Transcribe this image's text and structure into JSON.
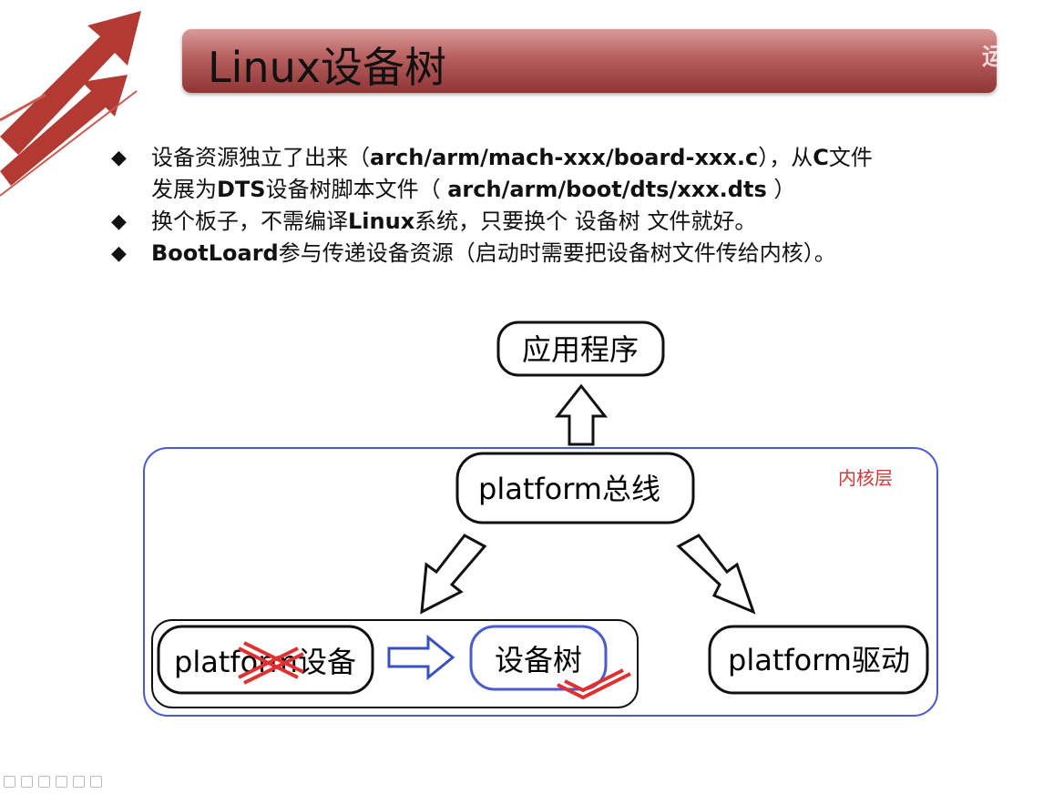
{
  "slide": {
    "title": "Linux设备树",
    "corner_faded_text": "运输机"
  },
  "bullets": [
    {
      "parts": [
        {
          "text": "设备资源独立了出来（",
          "bold": false
        },
        {
          "text": "arch/arm/mach-xxx/board-xxx.c",
          "bold": true
        },
        {
          "text": "），从",
          "bold": false
        },
        {
          "text": "C",
          "bold": true
        },
        {
          "text": "文件",
          "bold": false
        }
      ],
      "line2": [
        {
          "text": "发展为",
          "bold": false
        },
        {
          "text": "DTS",
          "bold": true
        },
        {
          "text": "设备树脚本文件（ ",
          "bold": false
        },
        {
          "text": "arch/arm/boot/dts/xxx.dts",
          "bold": true
        },
        {
          "text": " ）",
          "bold": false
        }
      ]
    },
    {
      "parts": [
        {
          "text": "换个板子，不需编译",
          "bold": false
        },
        {
          "text": "Linux",
          "bold": true
        },
        {
          "text": "系统，只要换个 设备树 文件就好。",
          "bold": false
        }
      ]
    },
    {
      "parts": [
        {
          "text": "BootLoard",
          "bold": true
        },
        {
          "text": "参与传递设备资源（启动时需要把设备树文件传给内核）。",
          "bold": false
        }
      ]
    }
  ],
  "diagram": {
    "app": "应用程序",
    "bus": "platform总线",
    "kernel_label": "内核层",
    "device": "platform设备",
    "devtree": "设备树",
    "driver": "platform驱动"
  },
  "colors": {
    "title_gradient_top": "#d99a9a",
    "title_gradient_bottom": "#8f3535",
    "kernel_border": "#4a5bd0",
    "kernel_label": "#d03a3a",
    "devtree_border": "#4a5bd0",
    "annotation_red": "#e03030",
    "logo_red": "#b23a32"
  }
}
